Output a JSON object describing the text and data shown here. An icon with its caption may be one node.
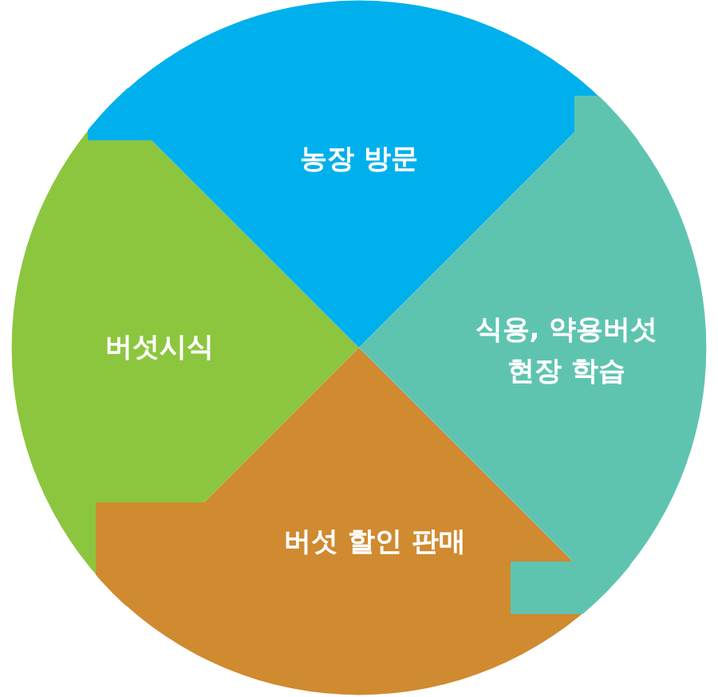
{
  "diagram": {
    "nodes": [
      {
        "text": [
          "농장 방문"
        ]
      },
      {
        "text": [
          "식용, 약용버섯 현장 학습"
        ]
      },
      {
        "text": [
          "버섯 할인 판매"
        ]
      },
      {
        "text": [
          "버섯시식"
        ]
      }
    ]
  }
}
